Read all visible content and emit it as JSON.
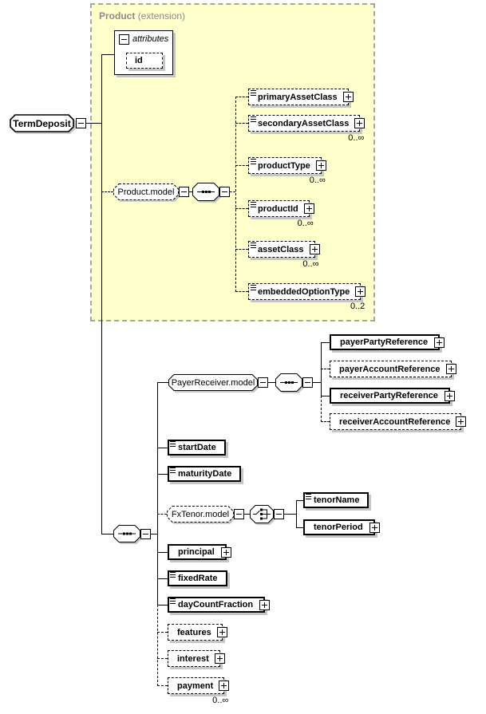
{
  "diagram": {
    "root": {
      "label": "TermDeposit"
    },
    "extension": {
      "title": "Product",
      "subtitle": "(extension)"
    },
    "attributes_panel": {
      "header": "attributes",
      "attribute_id": "id"
    },
    "groups": {
      "product_model": {
        "label": "Product.model"
      },
      "payer_receiver_model": {
        "label": "PayerReceiver.model"
      },
      "fx_tenor_model": {
        "label": "FxTenor.model"
      }
    },
    "elements": {
      "primary_asset_class": {
        "label": "primaryAssetClass"
      },
      "secondary_asset_class": {
        "label": "secondaryAssetClass",
        "occurs": "0..∞"
      },
      "product_type": {
        "label": "productType",
        "occurs": "0..∞"
      },
      "product_id": {
        "label": "productId",
        "occurs": "0..∞"
      },
      "asset_class": {
        "label": "assetClass",
        "occurs": "0..∞"
      },
      "embedded_option_type": {
        "label": "embeddedOptionType",
        "occurs": "0..2"
      },
      "payer_party_reference": {
        "label": "payerPartyReference"
      },
      "payer_account_reference": {
        "label": "payerAccountReference"
      },
      "receiver_party_reference": {
        "label": "receiverPartyReference"
      },
      "receiver_account_reference": {
        "label": "receiverAccountReference"
      },
      "start_date": {
        "label": "startDate"
      },
      "maturity_date": {
        "label": "maturityDate"
      },
      "tenor_name": {
        "label": "tenorName"
      },
      "tenor_period": {
        "label": "tenorPeriod"
      },
      "principal": {
        "label": "principal"
      },
      "fixed_rate": {
        "label": "fixedRate"
      },
      "day_count_fraction": {
        "label": "dayCountFraction"
      },
      "features": {
        "label": "features"
      },
      "interest": {
        "label": "interest"
      },
      "payment": {
        "label": "payment",
        "occurs": "0..∞"
      }
    },
    "colors": {
      "extension_fill": "#ffffcc",
      "extension_border": "#a6a6a6",
      "box_shadow": "#c6c6c6",
      "line": "#000000",
      "extension_label": "#8c8c8c"
    }
  }
}
